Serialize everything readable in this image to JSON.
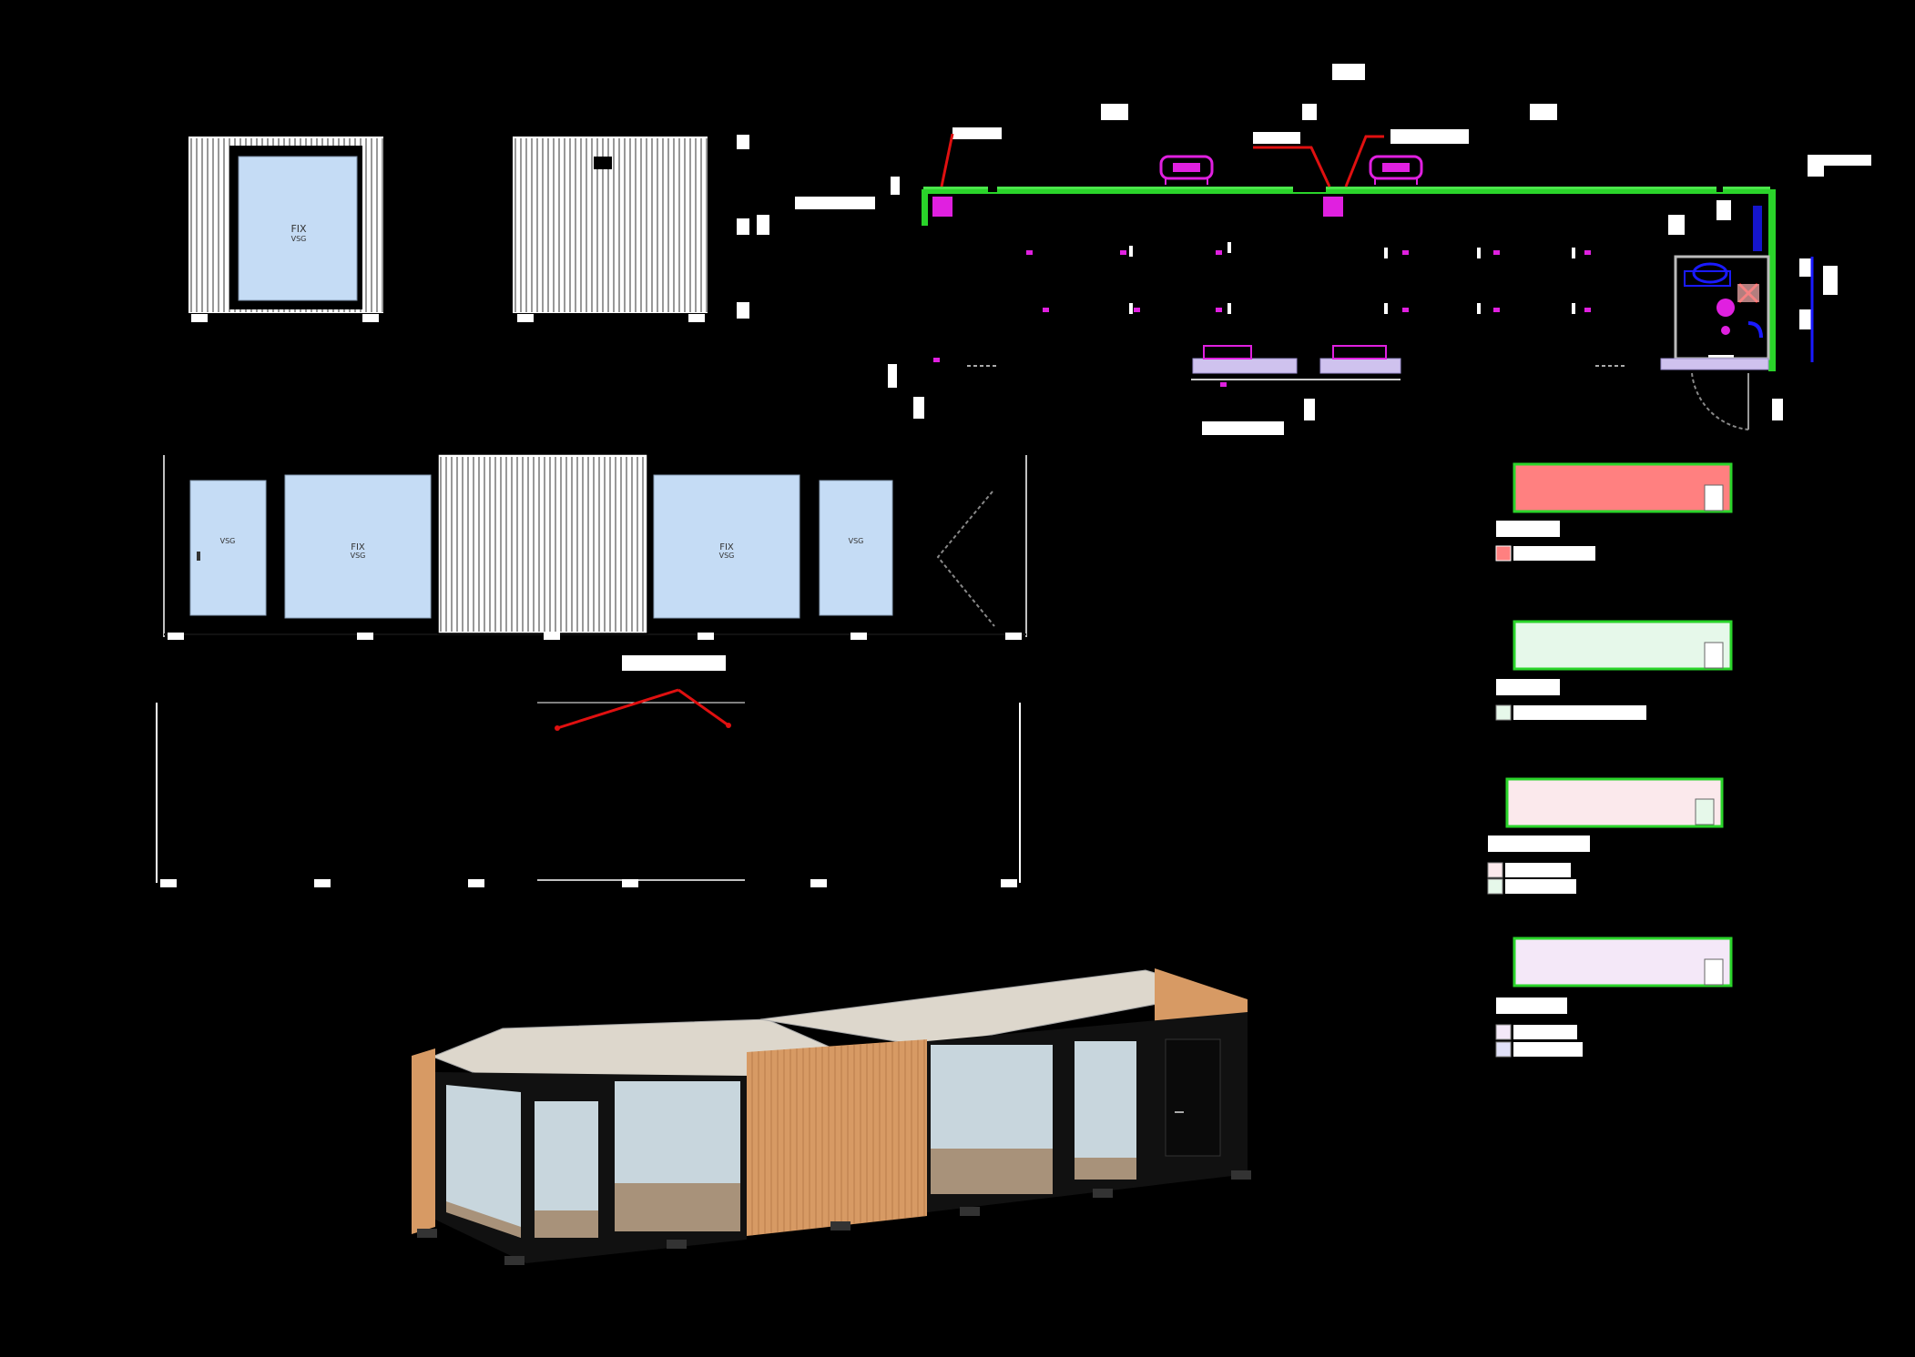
{
  "labels": {
    "fix": "FIX",
    "vsg": "VSG"
  },
  "colors": {
    "background": "#000000",
    "glass": "#c5dcf5",
    "cladding_white": "#ffffff",
    "cladding_line": "#555555",
    "wall": "#000000",
    "plumbing_green": "#2ad42a",
    "electrical_magenta": "#e020e0",
    "annotation_red": "#e01010",
    "water_blue": "#1a1aff",
    "legend_red": "#ff8080",
    "legend_mint": "#e6f8ea",
    "legend_pink": "#fbe9ec",
    "legend_lilac": "#f4e8f8",
    "furniture_lilac": "#cfc2ee",
    "wood": "#d79a64",
    "roof": "#ddd7cc",
    "floor": "#a8927a",
    "frame": "#111111"
  },
  "icons": [
    "door-swing",
    "toilet",
    "washbasin",
    "radiator",
    "socket",
    "door-hinge"
  ]
}
